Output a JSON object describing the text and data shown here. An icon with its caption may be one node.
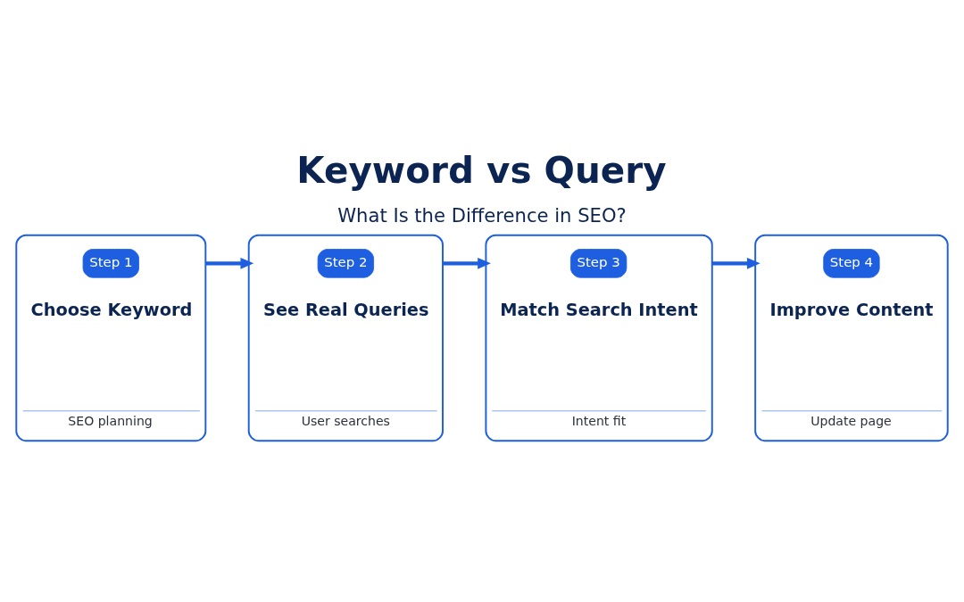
{
  "diagram": {
    "title": "Keyword vs Query",
    "nodes": [
      {
        "text": [
          "Choose Keyword",
          "SEO planning"
        ]
      },
      {
        "text": [
          "Step 1"
        ],
        "in": 0
      },
      {
        "text": [
          "See Real Queries",
          "User searches"
        ]
      },
      {
        "text": [
          "Step 2"
        ],
        "in": 2
      },
      {
        "text": [
          "Match Search Intent",
          "Intent fit"
        ]
      },
      {
        "text": [
          "Step 3"
        ],
        "in": 4
      },
      {
        "text": [
          "Improve Content",
          "Update page"
        ]
      },
      {
        "text": [
          "Step 4"
        ],
        "in": 6
      }
    ],
    "edges": [
      {
        "from": 0,
        "to": 2,
        "arrow": "to"
      },
      {
        "from": 2,
        "to": 4,
        "arrow": "to"
      },
      {
        "from": 4,
        "to": 6,
        "arrow": "to"
      }
    ],
    "labels": [
      "What Is the Difference in SEO?"
    ]
  }
}
